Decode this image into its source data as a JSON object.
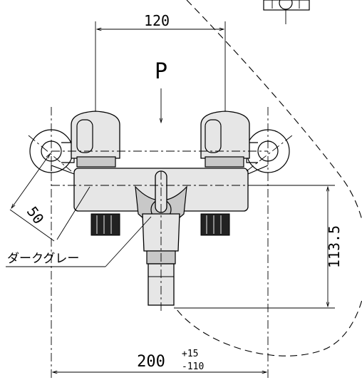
{
  "dimensions": {
    "spout_offset": "120",
    "height": "113.5",
    "radius": "50",
    "width_main": "200",
    "width_tol_plus": "+15",
    "width_tol_minus": "-110"
  },
  "labels": {
    "view_arrow": "P",
    "color_note": "ダークグレー"
  }
}
